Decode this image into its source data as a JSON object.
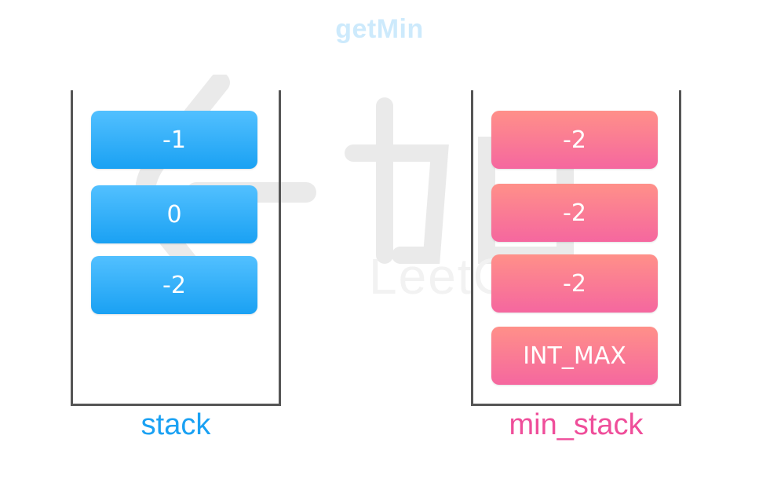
{
  "title": "getMin",
  "watermark_text": "LeetCode",
  "stack": {
    "label": "stack",
    "items": [
      "-1",
      "0",
      "-2"
    ]
  },
  "min_stack": {
    "label": "min_stack",
    "items": [
      "-2",
      "-2",
      "-2",
      "INT_MAX"
    ]
  },
  "colors": {
    "stack_block": "#2eadf7",
    "stack_label": "#1aa1f3",
    "min_block": "#f97b96",
    "min_label": "#ef4e9a",
    "title": "#cdeafc",
    "walls": "#555555"
  }
}
